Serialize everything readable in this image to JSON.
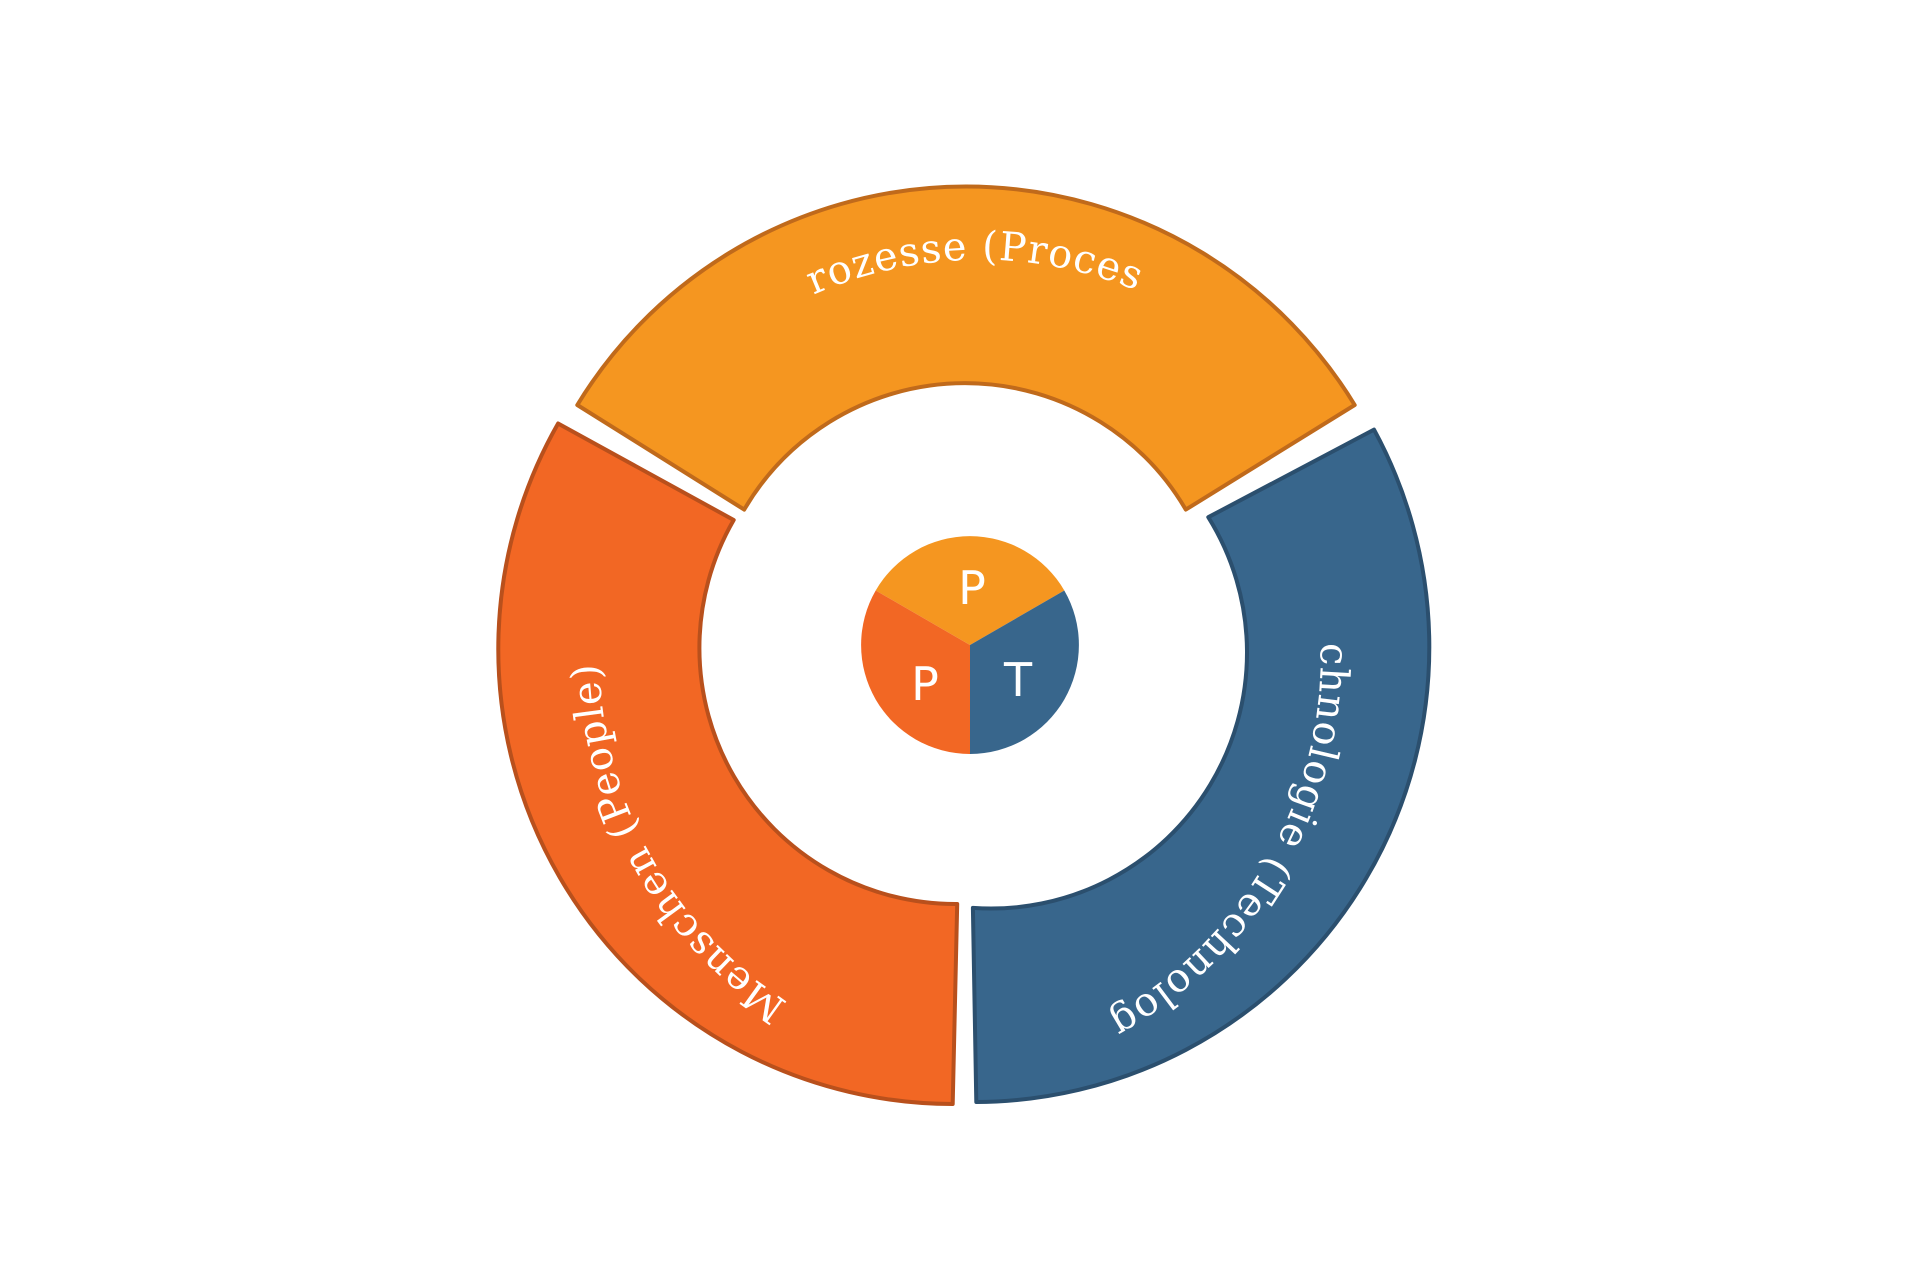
{
  "segments": [
    {
      "id": "process",
      "label": "Prozesse (Process)",
      "letter": "P",
      "fill": "#f59620",
      "stroke": "#c06a1b"
    },
    {
      "id": "technology",
      "label": "Technologie (Technology)",
      "letter": "T",
      "fill": "#38668c",
      "stroke": "#2b4f6e"
    },
    {
      "id": "people",
      "label": "Menschen (People)",
      "letter": "P",
      "fill": "#f26724",
      "stroke": "#b9501c"
    }
  ],
  "background": "#ffffff"
}
